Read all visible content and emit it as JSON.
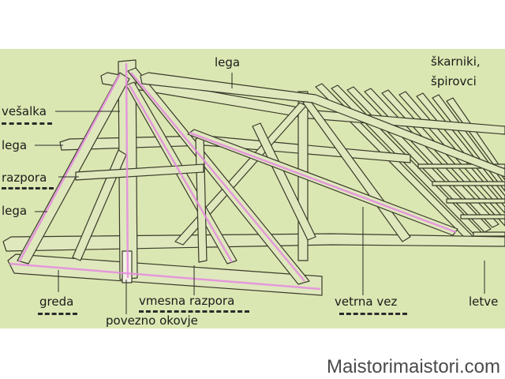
{
  "labels": {
    "lega_top": "lega",
    "skarniki_line1": "škarniki,",
    "skarniki_line2": "špirovci",
    "vesalka": "vešalka",
    "lega_left_mid": "lega",
    "razpora": "razpora",
    "lega_left_low": "lega",
    "greda": "greda",
    "vmesna_razpora": "vmesna razpora",
    "povezno_okovje": "povezno okovje",
    "vetrna_vez": "vetrna vez",
    "letve": "letve"
  },
  "watermark": "Maistorimaistori.com",
  "colors": {
    "panel": "#dbe7b2",
    "timber_fill": "#dfe8bd",
    "timber_stroke": "#3a3a2a",
    "highlight": "#e58be0"
  }
}
